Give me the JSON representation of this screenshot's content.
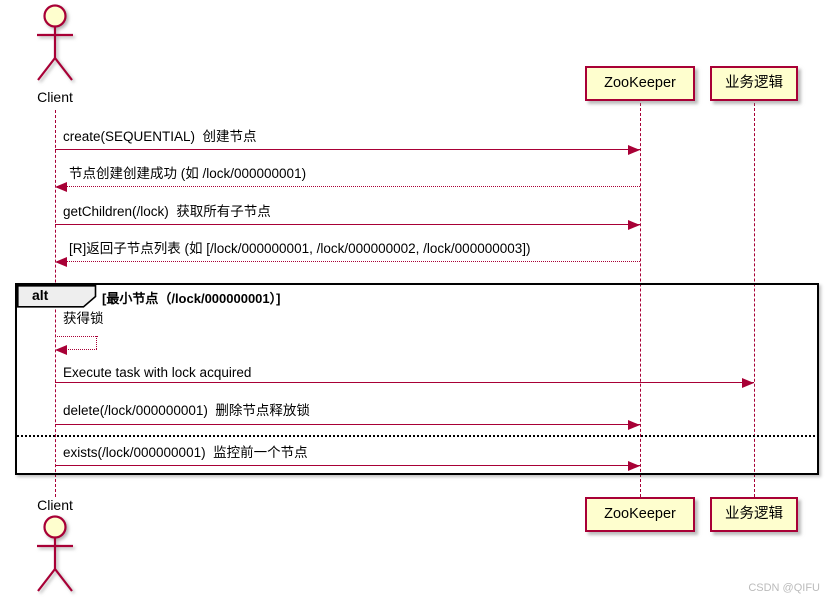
{
  "actors": {
    "top": "Client",
    "bottom": "Client"
  },
  "participants": {
    "zookeeper": "ZooKeeper",
    "business": "业务逻辑"
  },
  "messages": [
    {
      "from": "Client",
      "to": "ZooKeeper",
      "line": "solid",
      "text": "create(SEQUENTIAL)  创建节点"
    },
    {
      "from": "ZooKeeper",
      "to": "Client",
      "line": "dotted",
      "text": "节点创建创建成功 (如 /lock/000000001)"
    },
    {
      "from": "Client",
      "to": "ZooKeeper",
      "line": "solid",
      "text": "getChildren(/lock)  获取所有子节点"
    },
    {
      "from": "ZooKeeper",
      "to": "Client",
      "line": "dotted",
      "text": "[R]返回子节点列表 (如 [/lock/000000001, /lock/000000002, /lock/000000003])"
    },
    {
      "from": "Client",
      "to": "Client",
      "line": "dotted",
      "text": "获得锁"
    },
    {
      "from": "Client",
      "to": "业务逻辑",
      "line": "solid",
      "text": "Execute task with lock acquired"
    },
    {
      "from": "Client",
      "to": "ZooKeeper",
      "line": "solid",
      "text": "delete(/lock/000000001)  删除节点释放锁"
    },
    {
      "from": "Client",
      "to": "ZooKeeper",
      "line": "solid",
      "text": "exists(/lock/000000001)  监控前一个节点"
    }
  ],
  "alt_frame": {
    "keyword": "alt",
    "condition": "[最小节点（/lock/000000001）]"
  },
  "watermark": "CSDN @QIFU",
  "colors": {
    "accent": "#A80036",
    "participant_fill": "#FEFECE",
    "frame_label_fill": "#EEEEEE",
    "watermark_color": "#BBBBBB"
  }
}
